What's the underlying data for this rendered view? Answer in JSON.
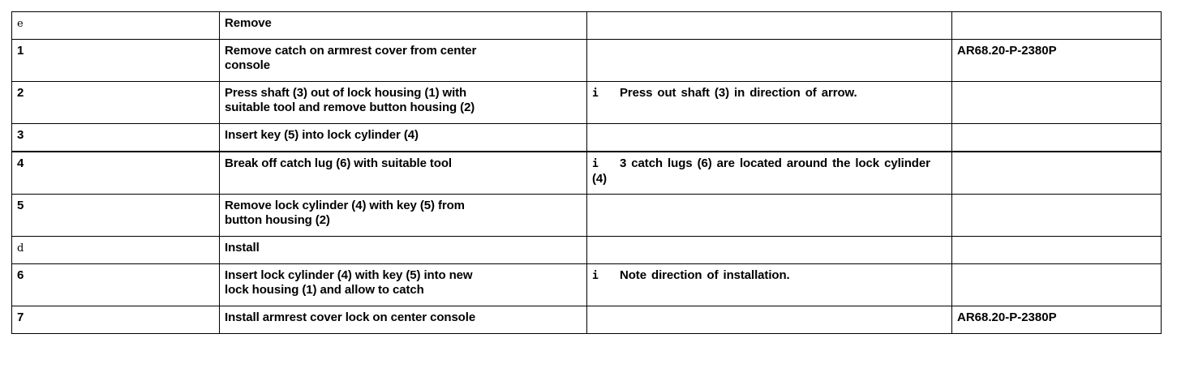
{
  "document": {
    "type": "service-procedure-table",
    "columns": [
      "",
      "",
      "",
      ""
    ]
  },
  "table": {
    "rows": [
      {
        "id": "row-remove-header",
        "step": "e",
        "step_is_symbol": true,
        "operation": "Remove",
        "note_marker": "",
        "note": "",
        "reference": ""
      },
      {
        "id": "row-1",
        "step": "1",
        "step_is_symbol": false,
        "operation": "Remove catch on armrest cover from center\nconsole",
        "note_marker": "",
        "note": "",
        "reference": "AR68.20-P-2380P"
      },
      {
        "id": "row-2",
        "step": "2",
        "step_is_symbol": false,
        "operation": "Press shaft (3) out of lock housing (1) with\nsuitable tool and remove button housing (2)",
        "note_marker": "i",
        "note": "Press out shaft (3) in direction  of arrow.",
        "reference": ""
      },
      {
        "id": "row-3",
        "step": "3",
        "step_is_symbol": false,
        "operation": "Insert key (5) into lock cylinder (4)",
        "note_marker": "",
        "note": "",
        "reference": ""
      },
      {
        "id": "row-4",
        "step": "4",
        "step_is_symbol": false,
        "operation": "Break off catch lug (6) with suitable tool",
        "note_marker": "i",
        "note": "3 catch  lugs  (6) are located  around the  lock\ncylinder (4)",
        "reference": ""
      },
      {
        "id": "row-5",
        "step": "5",
        "step_is_symbol": false,
        "operation": "Remove lock cylinder (4) with key (5) from\nbutton housing (2)",
        "note_marker": "",
        "note": "",
        "reference": ""
      },
      {
        "id": "row-install-header",
        "step": "d",
        "step_is_symbol": true,
        "operation": "Install",
        "note_marker": "",
        "note": "",
        "reference": ""
      },
      {
        "id": "row-6",
        "step": "6",
        "step_is_symbol": false,
        "operation": "Insert lock cylinder (4) with key (5) into new\nlock housing (1) and allow to catch",
        "note_marker": "i",
        "note": "Note direction  of installation.",
        "reference": ""
      },
      {
        "id": "row-7",
        "step": "7",
        "step_is_symbol": false,
        "operation": "Install armrest cover lock on center console",
        "note_marker": "",
        "note": "",
        "reference": "AR68.20-P-2380P"
      }
    ]
  },
  "colors": {
    "border": "#000000",
    "text": "#000000",
    "background": "#ffffff"
  }
}
